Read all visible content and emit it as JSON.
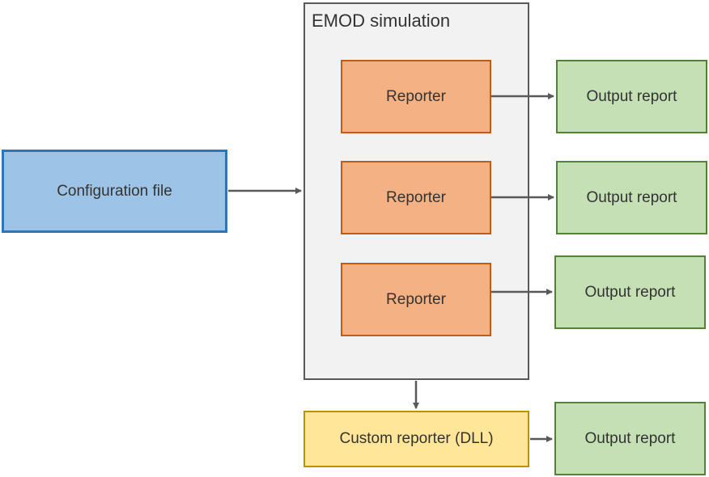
{
  "config": {
    "label": "Configuration file"
  },
  "simulation": {
    "title": "EMOD simulation"
  },
  "reporters": [
    {
      "label": "Reporter"
    },
    {
      "label": "Reporter"
    },
    {
      "label": "Reporter"
    }
  ],
  "outputs": [
    {
      "label": "Output report"
    },
    {
      "label": "Output report"
    },
    {
      "label": "Output report"
    },
    {
      "label": "Output report"
    }
  ],
  "custom_reporter": {
    "label": "Custom reporter (DLL)"
  },
  "colors": {
    "config_fill": "#9dc3e6",
    "config_border": "#2e75b6",
    "simulation_fill": "#f2f2f2",
    "simulation_border": "#595959",
    "reporter_fill": "#f4b183",
    "reporter_border": "#c55a11",
    "output_fill": "#c5e0b4",
    "output_border": "#548235",
    "custom_fill": "#ffe699",
    "custom_border": "#bf9000",
    "arrow": "#595959"
  }
}
